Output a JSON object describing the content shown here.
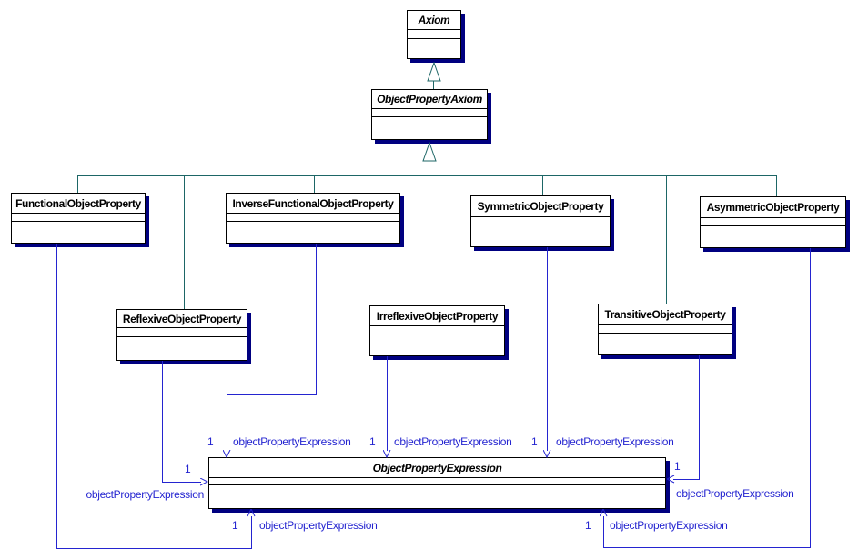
{
  "diagram": {
    "kind": "UML class diagram",
    "colors": {
      "background": "#ffffff",
      "class_border": "#000000",
      "class_fill": "#ffffff",
      "class_shadow": "#000080",
      "generalization_line": "#1d6666",
      "association_line": "#2424d0",
      "association_text": "#2424d0"
    }
  },
  "classes": {
    "axiom": {
      "name": "Axiom",
      "abstract": true
    },
    "object_property_axiom": {
      "name": "ObjectPropertyAxiom",
      "abstract": true
    },
    "functional": {
      "name": "FunctionalObjectProperty",
      "abstract": false
    },
    "inverse_functional": {
      "name": "InverseFunctionalObjectProperty",
      "abstract": false
    },
    "symmetric": {
      "name": "SymmetricObjectProperty",
      "abstract": false
    },
    "asymmetric": {
      "name": "AsymmetricObjectProperty",
      "abstract": false
    },
    "reflexive": {
      "name": "ReflexiveObjectProperty",
      "abstract": false
    },
    "irreflexive": {
      "name": "IrreflexiveObjectProperty",
      "abstract": false
    },
    "transitive": {
      "name": "TransitiveObjectProperty",
      "abstract": false
    },
    "object_property_expression": {
      "name": "ObjectPropertyExpression",
      "abstract": true
    }
  },
  "generalizations": [
    {
      "parent": "Axiom",
      "child": "ObjectPropertyAxiom"
    },
    {
      "parent": "ObjectPropertyAxiom",
      "child": "FunctionalObjectProperty"
    },
    {
      "parent": "ObjectPropertyAxiom",
      "child": "ReflexiveObjectProperty"
    },
    {
      "parent": "ObjectPropertyAxiom",
      "child": "InverseFunctionalObjectProperty"
    },
    {
      "parent": "ObjectPropertyAxiom",
      "child": "IrreflexiveObjectProperty"
    },
    {
      "parent": "ObjectPropertyAxiom",
      "child": "SymmetricObjectProperty"
    },
    {
      "parent": "ObjectPropertyAxiom",
      "child": "TransitiveObjectProperty"
    },
    {
      "parent": "ObjectPropertyAxiom",
      "child": "AsymmetricObjectProperty"
    }
  ],
  "associations": {
    "edges": [
      {
        "from": "InverseFunctionalObjectProperty",
        "to": "ObjectPropertyExpression",
        "label": "objectPropertyExpression",
        "multiplicity": "1"
      },
      {
        "from": "IrreflexiveObjectProperty",
        "to": "ObjectPropertyExpression",
        "label": "objectPropertyExpression",
        "multiplicity": "1"
      },
      {
        "from": "SymmetricObjectProperty",
        "to": "ObjectPropertyExpression",
        "label": "objectPropertyExpression",
        "multiplicity": "1"
      },
      {
        "from": "ReflexiveObjectProperty",
        "to": "ObjectPropertyExpression",
        "label": "objectPropertyExpression",
        "multiplicity": "1"
      },
      {
        "from": "TransitiveObjectProperty",
        "to": "ObjectPropertyExpression",
        "label": "objectPropertyExpression",
        "multiplicity": "1"
      },
      {
        "from": "FunctionalObjectProperty",
        "to": "ObjectPropertyExpression",
        "label": "objectPropertyExpression",
        "multiplicity": "1"
      },
      {
        "from": "AsymmetricObjectProperty",
        "to": "ObjectPropertyExpression",
        "label": "objectPropertyExpression",
        "multiplicity": "1"
      }
    ]
  }
}
